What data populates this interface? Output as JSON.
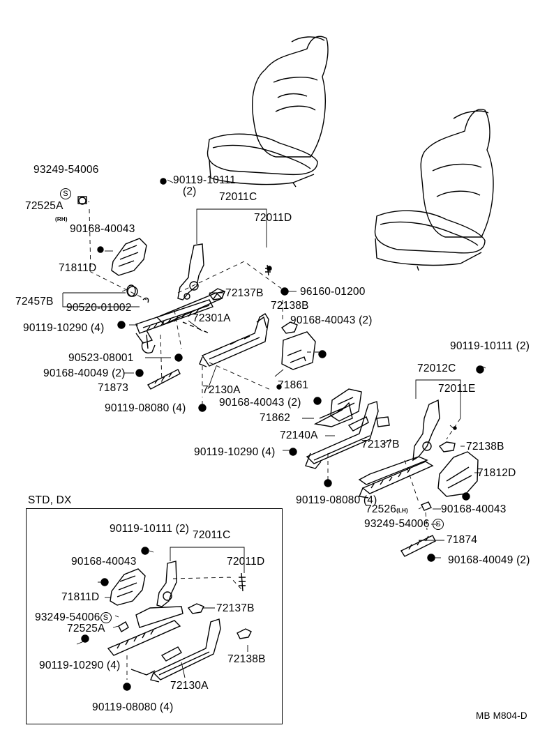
{
  "figure_code": "MB M804-D",
  "variant_box_label": "STD, DX",
  "symbols": {
    "s_mark": "S",
    "rh": "(RH)",
    "lh": "(LH)"
  },
  "main": {
    "p93249_54006": "93249-54006",
    "p72525A": "72525A",
    "p90168_40043_a": "90168-40043",
    "p71811D": "71811D",
    "p72457B": "72457B",
    "p90520_01002": "90520-01002",
    "p90119_10290": "90119-10290 (4)",
    "p90523_08001": "90523-08001",
    "p90168_40049": "90168-40049 (2)",
    "p71873": "71873",
    "p90119_08080": "90119-08080 (4)",
    "p90119_10111": "90119-10111",
    "qty2": "(2)",
    "p72011C": "72011C",
    "p72011D": "72011D",
    "p72137B": "72137B",
    "p96160_01200": "96160-01200",
    "p72138B": "72138B",
    "p72301A": "72301A",
    "p90168_40043_2": "90168-40043 (2)",
    "p72130A": "72130A",
    "p71861": "71861",
    "p90168_40043_2b": "90168-40043 (2)"
  },
  "right": {
    "p90119_10111": "90119-10111 (2)",
    "p72012C": "72012C",
    "p72011E": "72011E",
    "p71862": "71862",
    "p72140A": "72140A",
    "p72137B": "72137B",
    "p90119_10290": "90119-10290 (4)",
    "p72138B": "72138B",
    "p71812D": "71812D",
    "p90119_08080": "90119-08080 (4)",
    "p72526": "72526",
    "p90168_40043": "90168-40043",
    "p93249_54006": "93249-54006",
    "p71874": "71874",
    "p90168_40049": "90168-40049 (2)"
  },
  "std": {
    "p90119_10111": "90119-10111 (2)",
    "p72011C": "72011C",
    "p90168_40043": "90168-40043",
    "p72011D": "72011D",
    "p71811D": "71811D",
    "p72137B": "72137B",
    "p93249_54006": "93249-54006",
    "p72525A": "72525A",
    "p90119_10290": "90119-10290 (4)",
    "p72138B": "72138B",
    "p72130A": "72130A",
    "p90119_08080": "90119-08080 (4)"
  }
}
